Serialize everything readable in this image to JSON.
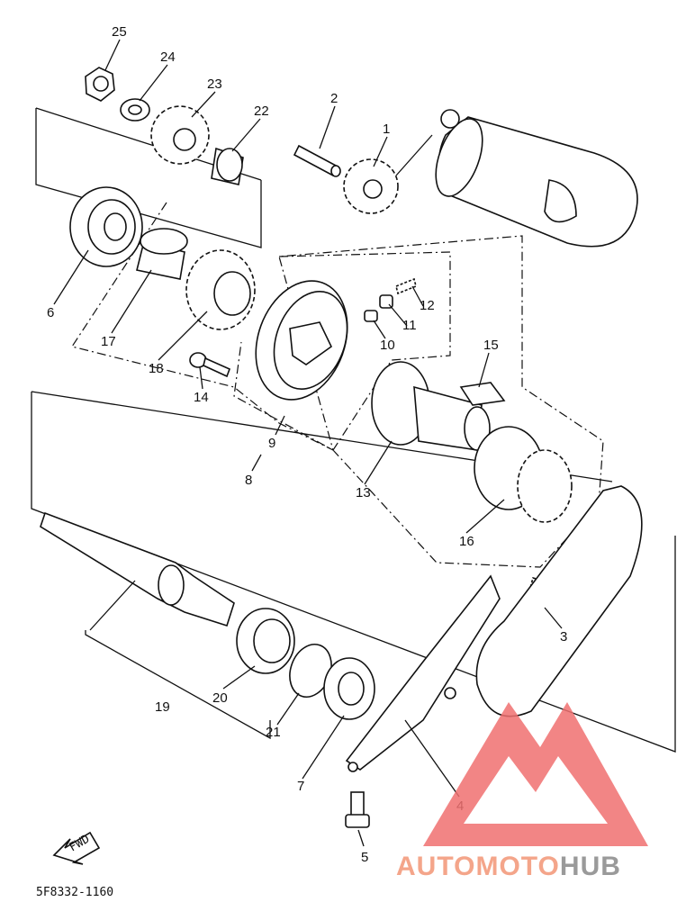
{
  "callouts": [
    {
      "id": "25",
      "label": "25"
    },
    {
      "id": "24",
      "label": "24"
    },
    {
      "id": "23",
      "label": "23"
    },
    {
      "id": "22",
      "label": "22"
    },
    {
      "id": "2",
      "label": "2"
    },
    {
      "id": "1",
      "label": "1"
    },
    {
      "id": "6",
      "label": "6"
    },
    {
      "id": "17",
      "label": "17"
    },
    {
      "id": "18",
      "label": "18"
    },
    {
      "id": "14",
      "label": "14"
    },
    {
      "id": "12",
      "label": "12"
    },
    {
      "id": "11",
      "label": "11"
    },
    {
      "id": "10",
      "label": "10"
    },
    {
      "id": "15",
      "label": "15"
    },
    {
      "id": "9",
      "label": "9"
    },
    {
      "id": "8",
      "label": "8"
    },
    {
      "id": "13",
      "label": "13"
    },
    {
      "id": "16",
      "label": "16"
    },
    {
      "id": "3",
      "label": "3"
    },
    {
      "id": "19",
      "label": "19"
    },
    {
      "id": "20",
      "label": "20"
    },
    {
      "id": "21",
      "label": "21"
    },
    {
      "id": "7",
      "label": "7"
    },
    {
      "id": "4",
      "label": "4"
    },
    {
      "id": "5",
      "label": "5"
    }
  ],
  "footer": {
    "code": "5F8332-1160"
  },
  "fwd_label": "FWD",
  "watermark": {
    "part1": "AUTOMOTO",
    "part2": "HUB",
    "color1": "#f4a58a",
    "color2": "#9a9a9a",
    "logo_color": "#f07070"
  }
}
